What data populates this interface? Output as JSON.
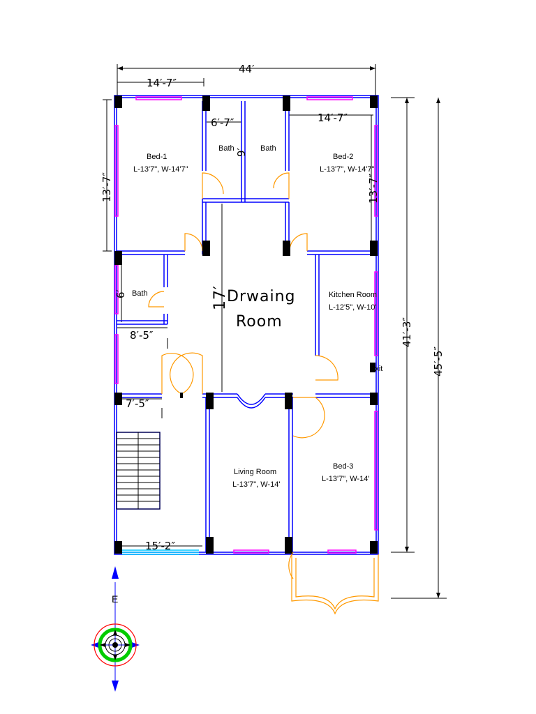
{
  "dimensions": {
    "overall_width": "44′",
    "top_left_width": "14′-7″",
    "left_upper_height": "13′-7″",
    "bath_width": "6′-7″",
    "bath_height": "9′",
    "top_right_width": "14′-7″",
    "right_upper_height": "13′-7″",
    "inner_height": "41′-3″",
    "overall_height": "45′-5″",
    "drawing_room_height": "17′",
    "left_bath_height": "6′",
    "left_bath_width": "8′-5″",
    "stair_landing": "7′-5″",
    "bottom_left_width": "15′-2″"
  },
  "rooms": {
    "bed1_name": "Bed-1",
    "bed1_size": "L-13'7\", W-14'7\"",
    "bath_a": "Bath",
    "bath_b": "Bath",
    "bed2_name": "Bed-2",
    "bed2_size": "L-13'7\", W-14'7\"",
    "bath_c": "Bath",
    "drawing_line1": "Drwaing",
    "drawing_line2": "Room",
    "kitchen_name": "Kitchen Room",
    "kitchen_size": "L-12'5\", W-10'",
    "exit_label": "Exit",
    "living_name": "Living Room",
    "living_size": "L-13'7\", W-14'",
    "bed3_name": "Bed-3",
    "bed3_size": "L-13'7\", W-14'"
  },
  "compass": {
    "direction_label": "E"
  },
  "colors": {
    "wall": "#0000ff",
    "window": "#ff00ff",
    "door": "#ff9900",
    "glass": "#00c8ff",
    "column": "#000000",
    "compass_ring": "#00cc00",
    "compass_outer": "#ff0000"
  }
}
